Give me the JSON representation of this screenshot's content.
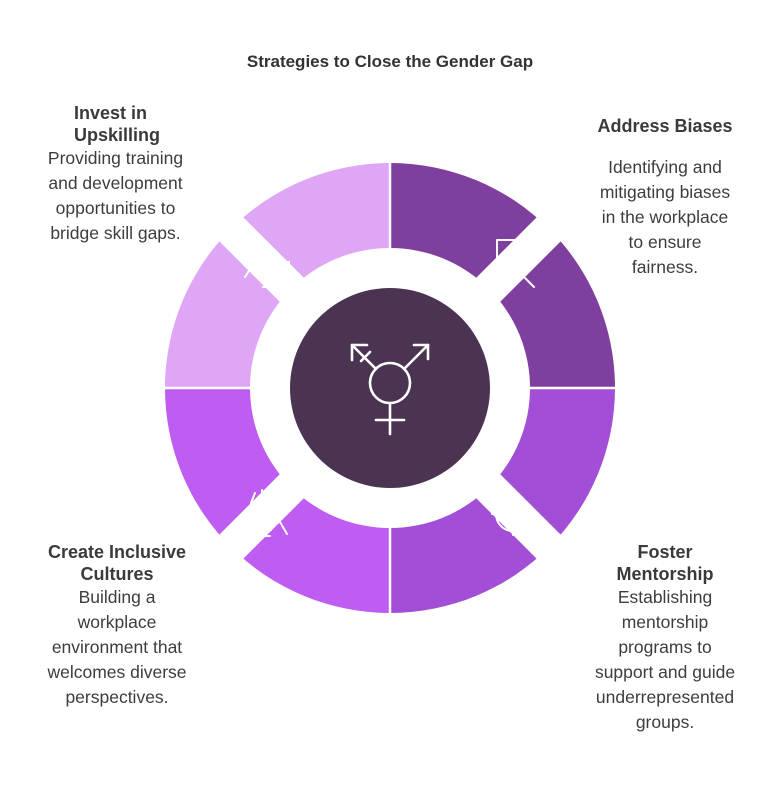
{
  "title": "Strategies to Close the Gender Gap",
  "segments": [
    {
      "heading_lines": [
        "Invest in",
        "Upskilling"
      ],
      "description_lines": [
        "Providing training",
        "and development",
        "opportunities to",
        "bridge skill gaps."
      ],
      "color": "#DFA6F5",
      "icon": "upskilling-stairs-icon"
    },
    {
      "heading_lines": [
        "Address Biases"
      ],
      "description_lines": [
        "Identifying and",
        "mitigating biases",
        "in the workplace",
        "to ensure",
        "fairness."
      ],
      "color": "#7E3F9E",
      "icon": "bias-search-icon"
    },
    {
      "heading_lines": [
        "Foster",
        "Mentorship"
      ],
      "description_lines": [
        "Establishing",
        "mentorship",
        "programs to",
        "support and guide",
        "underrepresented",
        "groups."
      ],
      "color": "#A24ED6",
      "icon": "target-key-icon"
    },
    {
      "heading_lines": [
        "Create Inclusive",
        "Cultures"
      ],
      "description_lines": [
        "Building a",
        "workplace",
        "environment that",
        "welcomes diverse",
        "perspectives."
      ],
      "color": "#BF5CF2",
      "icon": "inclusive-hands-icon"
    }
  ],
  "center": {
    "color": "#4B3452",
    "icon": "gender-symbol-icon"
  }
}
